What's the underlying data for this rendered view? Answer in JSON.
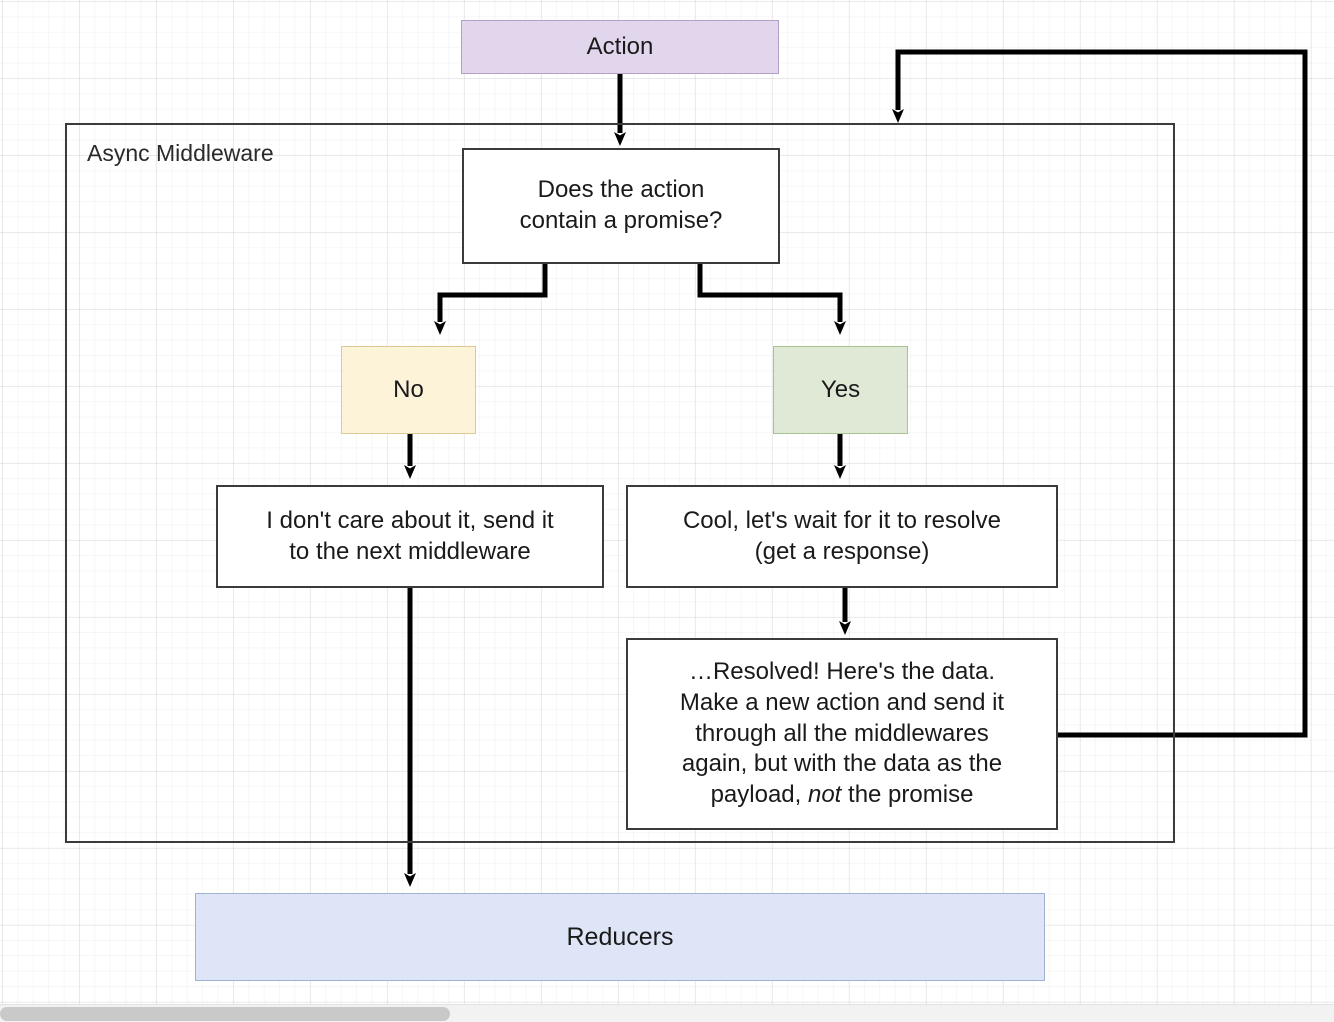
{
  "diagram": {
    "title_node": "Action",
    "container_label": "Async Middleware",
    "nodes": {
      "action": "Action",
      "decision": "Does the action\ncontain a promise?",
      "no": "No",
      "yes": "Yes",
      "no_result": "I don't care about it, send it\nto the next middleware",
      "yes_result": "Cool, let's wait for it to resolve\n(get a response)",
      "resolved_line1": "…Resolved!  Here's the data.",
      "resolved_line2": "Make a new action and send it",
      "resolved_line3": "through all the middlewares",
      "resolved_line4": "again, but with the data as the",
      "resolved_line5_a": "payload, ",
      "resolved_line5_em": "not",
      "resolved_line5_b": " the promise",
      "reducers": "Reducers"
    },
    "colors": {
      "action_fill": "#e2d6ec",
      "action_stroke": "#b4a0c6",
      "no_fill": "#fcf3d9",
      "no_stroke": "#ddca92",
      "yes_fill": "#dfe9d6",
      "yes_stroke": "#a8c294",
      "reducers_fill": "#dde5f7",
      "reducers_stroke": "#9fb2d4",
      "plain_fill": "#ffffff",
      "plain_stroke": "#3b3b3b",
      "edge_stroke": "#000000",
      "canvas_bg": "#ffffff",
      "grid_line": "#ededed"
    },
    "edges": [
      {
        "from": "action",
        "to": "decision"
      },
      {
        "from": "decision",
        "to": "no"
      },
      {
        "from": "decision",
        "to": "yes"
      },
      {
        "from": "no",
        "to": "no_result"
      },
      {
        "from": "yes",
        "to": "yes_result"
      },
      {
        "from": "yes_result",
        "to": "resolved"
      },
      {
        "from": "no_result",
        "to": "reducers"
      },
      {
        "from": "resolved",
        "to": "decision_loop_back"
      }
    ]
  },
  "scrollbar": {
    "orientation": "horizontal",
    "thumb_position": "left"
  }
}
